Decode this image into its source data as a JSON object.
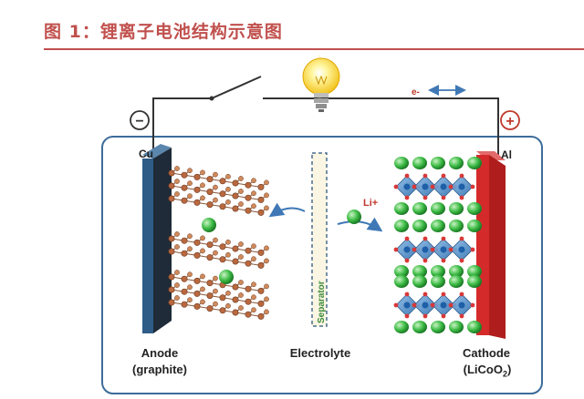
{
  "figure": {
    "title": "图 1：锂离子电池结构示意图"
  },
  "labels": {
    "electron": "e-",
    "anode_metal": "Cu",
    "cathode_metal": "Al",
    "minus": "−",
    "plus": "+",
    "ion": "Li+",
    "separator": "Separator",
    "anode_title": "Anode",
    "anode_sub": "(graphite)",
    "electrolyte": "Electrolyte",
    "cathode_title": "Cathode",
    "cathode_sub": "(LiCoO2)"
  },
  "colors": {
    "title": "#c0504d",
    "cell_border": "#3c6c9a",
    "anode_plate": "#2e5c87",
    "cathode_plate": "#d42a2a",
    "graphite_atom": "#b9683f",
    "li_ion": "#3dbb45",
    "cobalt_octahedra": "#4a8fcf",
    "separator": "#4a6f8d",
    "separator_text": "#3d8a3a"
  }
}
